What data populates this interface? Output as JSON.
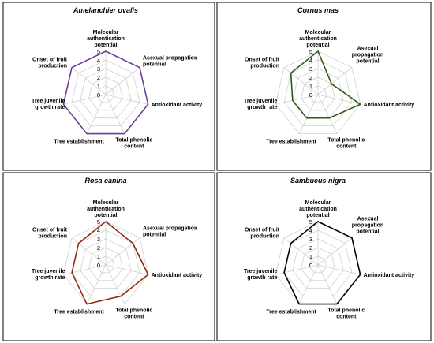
{
  "chart_data": [
    {
      "type": "radar",
      "title": "Amelanchier ovalis",
      "axes": [
        "Molecular authentication potential",
        "Asexual propagation potential",
        "Antioxidant activity",
        "Total phenolic content",
        "Tree establishment",
        "Tree juvenile growth rate",
        "Onset of fruit production"
      ],
      "ticks": [
        "0",
        "1",
        "2",
        "3",
        "4",
        "5"
      ],
      "range": [
        0,
        5
      ],
      "values": [
        5,
        5,
        5,
        5,
        5,
        5,
        5
      ],
      "color": "#6a3d9a",
      "fill": "none"
    },
    {
      "type": "radar",
      "title": "Cornus mas",
      "axes": [
        "Molecular authentication potential",
        "Asexual propagation potential",
        "Antioxidant activity",
        "Total phenolic content",
        "Tree establishment",
        "Tree juvenile growth rate",
        "Onset of fruit production"
      ],
      "ticks": [
        "0",
        "1",
        "2",
        "3",
        "4",
        "5"
      ],
      "range": [
        0,
        5
      ],
      "values": [
        5,
        2,
        5,
        3,
        3,
        3,
        4
      ],
      "color": "#2e5b1a",
      "fill": "none"
    },
    {
      "type": "radar",
      "title": "Rosa canina",
      "axes": [
        "Molecular authentication potential",
        "Asexual propagation potential",
        "Antioxidant activity",
        "Total phenolic content",
        "Tree establishment",
        "Tree juvenile growth rate",
        "Onset of fruit production"
      ],
      "ticks": [
        "0",
        "1",
        "2",
        "3",
        "4",
        "5"
      ],
      "range": [
        0,
        5
      ],
      "values": [
        5,
        4,
        5,
        4,
        5,
        4,
        4
      ],
      "color": "#8b2e12",
      "fill": "#f6dede"
    },
    {
      "type": "radar",
      "title": "Sambucus nigra",
      "axes": [
        "Molecular authentication potential",
        "Asexual propagation potential",
        "Antioxidant activity",
        "Total phenolic content",
        "Tree establishment",
        "Tree juvenile growth rate",
        "Onset of fruit production"
      ],
      "ticks": [
        "0",
        "1",
        "2",
        "3",
        "4",
        "5"
      ],
      "range": [
        0,
        5
      ],
      "values": [
        5,
        5,
        5,
        5,
        5,
        4,
        4
      ],
      "color": "#000000",
      "fill": "none"
    }
  ]
}
